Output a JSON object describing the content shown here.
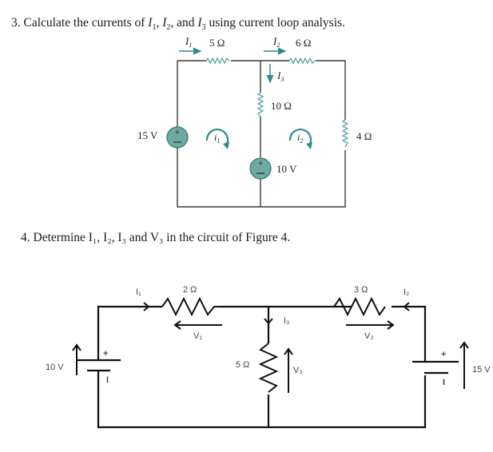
{
  "colors": {
    "wire": "#3a3a3a",
    "teal": "#2a8a8a",
    "source_fill": "#6fa9a1",
    "resistor_teal": "#5aa0a8",
    "wire2": "#111111"
  },
  "problem3": {
    "number": "3.",
    "text_before": "Calculate the currents of ",
    "i1": "I",
    "sub1": "1",
    "sep1": ", ",
    "i2": "I",
    "sub2": "2",
    "sep2": ", and ",
    "i3": "I",
    "sub3": "3",
    "text_after": " using current loop analysis.",
    "circuit": {
      "label_I1": "I",
      "label_I1_sub": "1",
      "label_I2": "I",
      "label_I2_sub": "2",
      "label_I3": "I",
      "label_I3_sub": "3",
      "r1": "5 Ω",
      "r2": "6 Ω",
      "r3": "10 Ω",
      "r4": "4 Ω",
      "v1": "15 V",
      "v2": "10 V",
      "loop1": "i",
      "loop1_sub": "1",
      "loop2": "i",
      "loop2_sub": "2",
      "plus": "+",
      "minus": "−"
    }
  },
  "problem4": {
    "title": "4. Determine I₁, I₂, I₃ and V₃ in the circuit of Figure 4.",
    "circuit": {
      "I1": "I₁",
      "I2": "I₂",
      "I3": "I₃",
      "r1": "2 Ω",
      "r2": "3 Ω",
      "r3": "5 Ω",
      "V1": "V₁",
      "V2": "V₂",
      "V3": "V₃",
      "src1": "10 V",
      "src2": "15 V",
      "plus": "+",
      "minus": "I"
    }
  }
}
